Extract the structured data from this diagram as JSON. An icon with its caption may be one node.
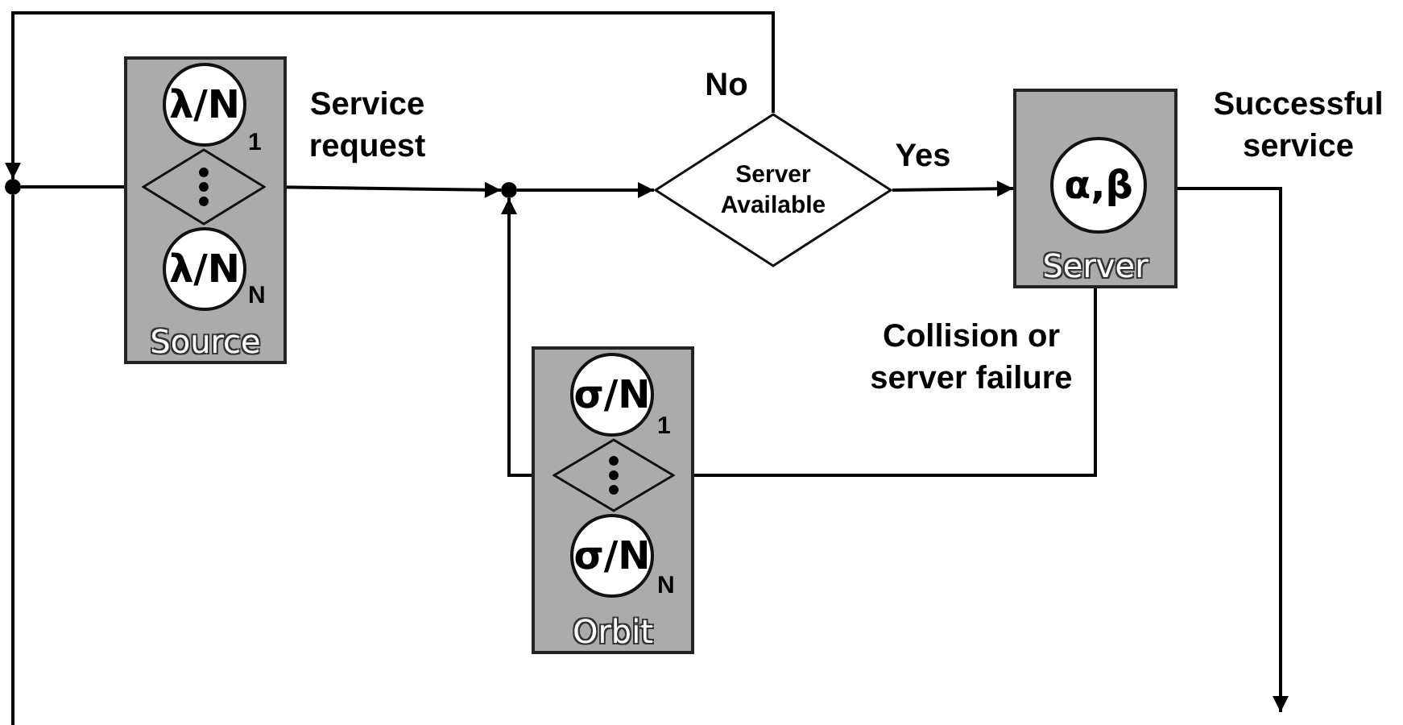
{
  "diagram": {
    "nodes": [
      {
        "text": [
          "Source"
        ]
      },
      {
        "text": [
          "λ/N"
        ],
        "in": 0,
        "beside": [
          "1"
        ]
      },
      {
        "text": [],
        "shape": "diamond",
        "in": 0
      },
      {
        "text": [
          "λ/N"
        ],
        "in": 0,
        "beside": [
          "N"
        ]
      },
      {
        "text": [],
        "shape": "circle"
      },
      {
        "text": [],
        "shape": "circle"
      },
      {
        "text": [
          "Server Available"
        ]
      },
      {
        "text": [
          "Server"
        ]
      },
      {
        "text": [
          "α,β"
        ],
        "in": 7
      },
      {
        "text": [
          "Orbit"
        ]
      },
      {
        "text": [
          "σ/N"
        ],
        "in": 9,
        "beside": [
          "1"
        ]
      },
      {
        "text": [],
        "shape": "diamond",
        "in": 9
      },
      {
        "text": [
          "σ/N"
        ],
        "in": 9,
        "beside": [
          "N"
        ]
      }
    ],
    "edges": [
      {
        "from": 4,
        "to": 2,
        "arrow": "to"
      },
      {
        "from": 2,
        "to": 5,
        "label": "Service request",
        "arrow": "to"
      },
      {
        "from": 5,
        "to": 6,
        "arrow": "to"
      },
      {
        "from": 6,
        "to": 7,
        "label": "Yes",
        "arrow": "to"
      },
      {
        "from": 6,
        "to": 4,
        "label": "No",
        "arrow": "to"
      },
      {
        "from": 7,
        "to": null,
        "label": "Successful service",
        "arrow": "to"
      },
      {
        "from": 7,
        "to": 11,
        "label": "Collision or server failure",
        "arrow": "to"
      },
      {
        "from": 11,
        "to": 5,
        "arrow": "to"
      },
      {
        "from": 4,
        "to": null,
        "arrow": "none"
      }
    ]
  }
}
